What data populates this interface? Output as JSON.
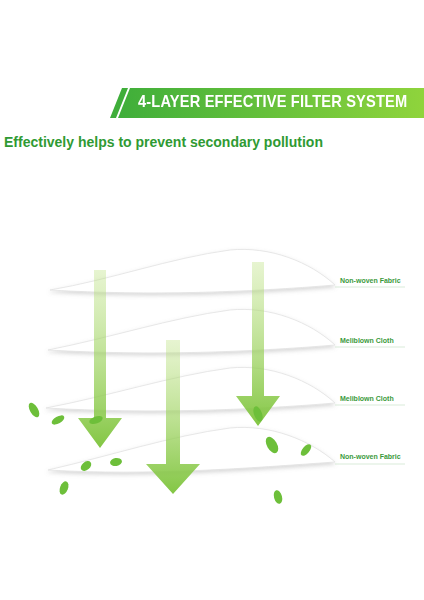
{
  "diagram": {
    "title": "4-LAYER EFFECTIVE FILTER SYSTEM",
    "labels": [
      "Effectively helps to prevent secondary pollution",
      "Non-woven Fabric",
      "Meliblown Cloth",
      "Meliblown Cloth",
      "Non-woven Fabric"
    ]
  }
}
